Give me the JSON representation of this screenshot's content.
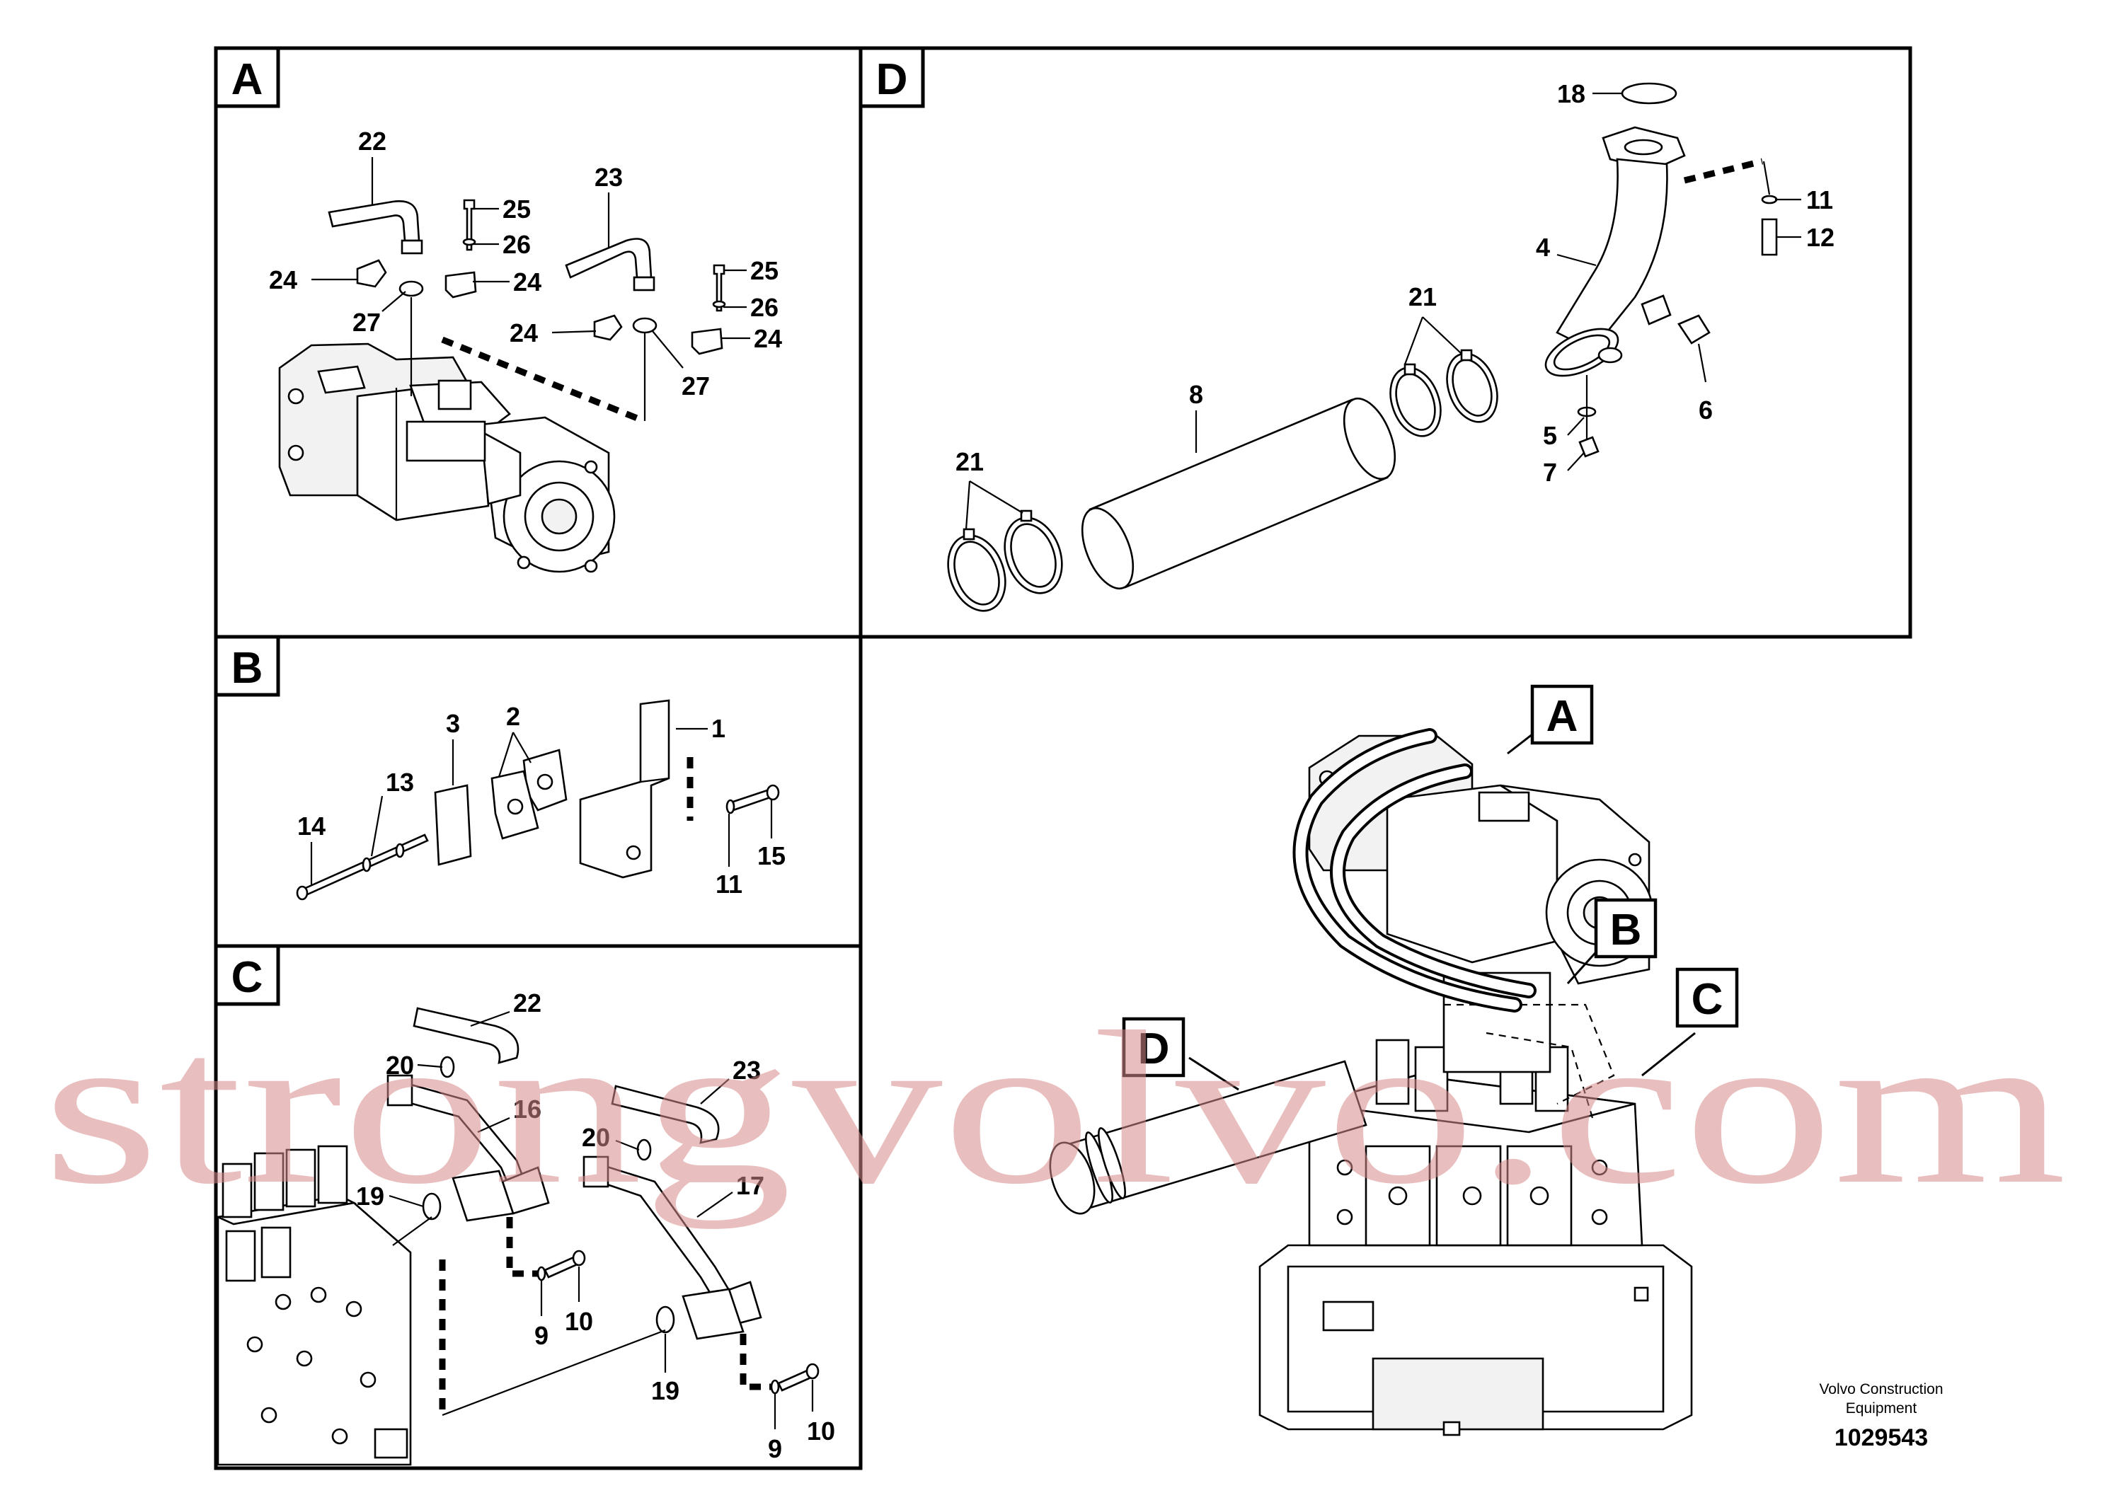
{
  "panels": {
    "A": {
      "letter": "A",
      "callouts": {
        "c22": "22",
        "c23": "23",
        "c25a": "25",
        "c26a": "26",
        "c24a": "24",
        "c24b": "24",
        "c25b": "25",
        "c26b": "26",
        "c27a": "27",
        "c24c": "24",
        "c24d": "24",
        "c27b": "27"
      }
    },
    "B": {
      "letter": "B",
      "callouts": {
        "c1": "1",
        "c2": "2",
        "c3": "3",
        "c13": "13",
        "c14": "14",
        "c11": "11",
        "c15": "15"
      }
    },
    "C": {
      "letter": "C",
      "callouts": {
        "c22": "22",
        "c23": "23",
        "c20a": "20",
        "c20b": "20",
        "c16": "16",
        "c17": "17",
        "c19a": "19",
        "c19b": "19",
        "c9a": "9",
        "c10a": "10",
        "c9b": "9",
        "c10b": "10"
      }
    },
    "D": {
      "letter": "D",
      "callouts": {
        "c18": "18",
        "c11": "11",
        "c12": "12",
        "c4": "4",
        "c21a": "21",
        "c21b": "21",
        "c8": "8",
        "c6": "6",
        "c5": "5",
        "c7": "7"
      }
    }
  },
  "overview": {
    "tags": {
      "A": "A",
      "B": "B",
      "C": "C",
      "D": "D"
    }
  },
  "footer": {
    "brand_line1": "Volvo Construction",
    "brand_line2": "Equipment",
    "part_number": "1029543"
  },
  "watermark": "strongvolvo.com"
}
